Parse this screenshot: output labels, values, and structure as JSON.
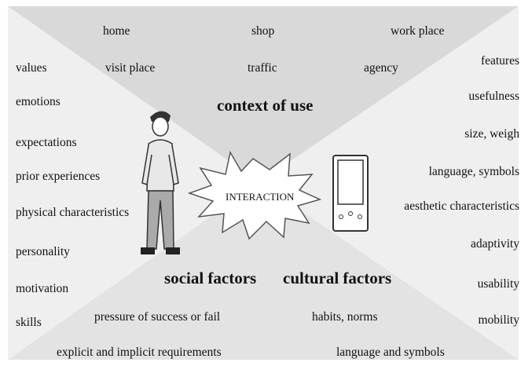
{
  "context": {
    "title": "context of use",
    "items": [
      "home",
      "shop",
      "work place",
      "visit place",
      "traffic",
      "agency"
    ]
  },
  "user": {
    "items": [
      "values",
      "emotions",
      "expectations",
      "prior experiences",
      "physical characteristics",
      "personality",
      "motivation",
      "skills"
    ]
  },
  "product": {
    "items": [
      "features",
      "usefulness",
      "size, weigh",
      "language, symbols",
      "aesthetic characteristics",
      "adaptivity",
      "usability",
      "mobility"
    ]
  },
  "social": {
    "title": "social factors",
    "items": [
      "pressure of success or fail",
      "explicit and implicit requirements"
    ]
  },
  "cultural": {
    "title": "cultural factors",
    "items": [
      "habits, norms",
      "language and symbols"
    ]
  },
  "center": {
    "label": "INTERACTION"
  },
  "colors": {
    "top": "#d9d9d9",
    "sides": "#efefef",
    "bottom": "#e3e3e3",
    "figure": "#333333"
  },
  "icons": {
    "person": "person-figure-icon",
    "device": "handheld-device-icon"
  }
}
